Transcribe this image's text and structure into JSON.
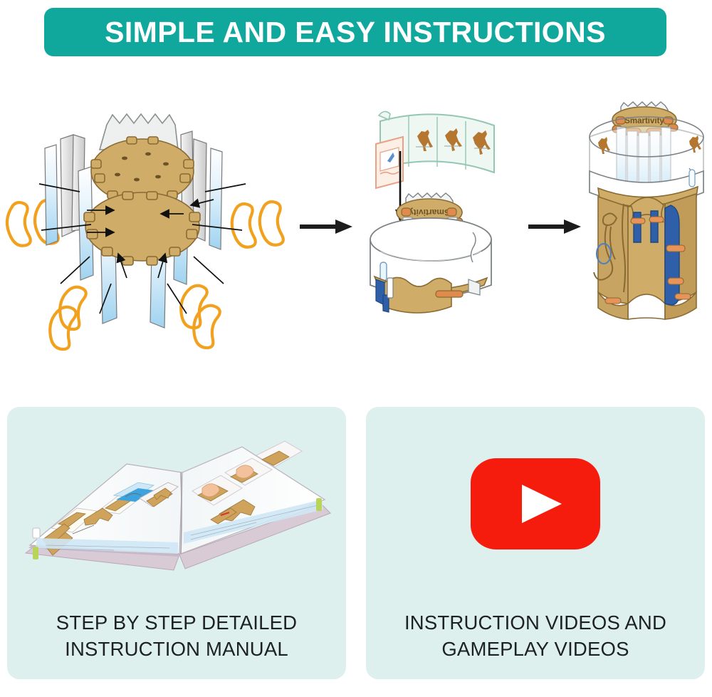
{
  "header": {
    "title": "SIMPLE AND EASY INSTRUCTIONS",
    "background_color": "#10a79c",
    "text_color": "#ffffff"
  },
  "page": {
    "background_color": "#ffffff"
  },
  "assembly_steps": {
    "step1": {
      "name": "exploded-parts-diagram",
      "description": "Exploded view of zoetrope parts: two tan wooden notched discs, blue-white translucent slat panels, and orange rubber bands, with black assembly arrows",
      "parts": [
        {
          "label": "wooden-disc-top",
          "color": "#ceab68"
        },
        {
          "label": "wooden-disc-bottom",
          "color": "#ceab68"
        },
        {
          "label": "slat-panel",
          "color": "#bfe2f5"
        },
        {
          "label": "rubber-band",
          "color": "#f2a11e"
        }
      ]
    },
    "step2": {
      "name": "insert-animation-strip",
      "description": "Animation strip with running horse frames being lowered into the assembled drum",
      "brand_text": "Smartivity",
      "strip_frames": 4,
      "strip_subject": "running horse"
    },
    "step3": {
      "name": "finished-zoetrope",
      "description": "Completed Smartivity zoetrope with white viewing drum, tan wooden base and blue accent pieces",
      "brand_text": "Smartivity"
    },
    "arrows": [
      {
        "name": "step-arrow-1",
        "color": "#1c1c1c"
      },
      {
        "name": "step-arrow-2",
        "color": "#1c1c1c"
      }
    ]
  },
  "feature_cards": [
    {
      "id": "instruction-manual",
      "media": "open-instruction-manual-book",
      "caption_lines": [
        "STEP BY STEP DETAILED",
        "INSTRUCTION MANUAL"
      ],
      "background_color": "#ddf0ee"
    },
    {
      "id": "instruction-videos",
      "media": "youtube-play-icon",
      "caption_lines": [
        "INSTRUCTION VIDEOS AND",
        "GAMEPLAY VIDEOS"
      ],
      "background_color": "#ddf0ee",
      "accent_color": "#f61c0d"
    }
  ]
}
